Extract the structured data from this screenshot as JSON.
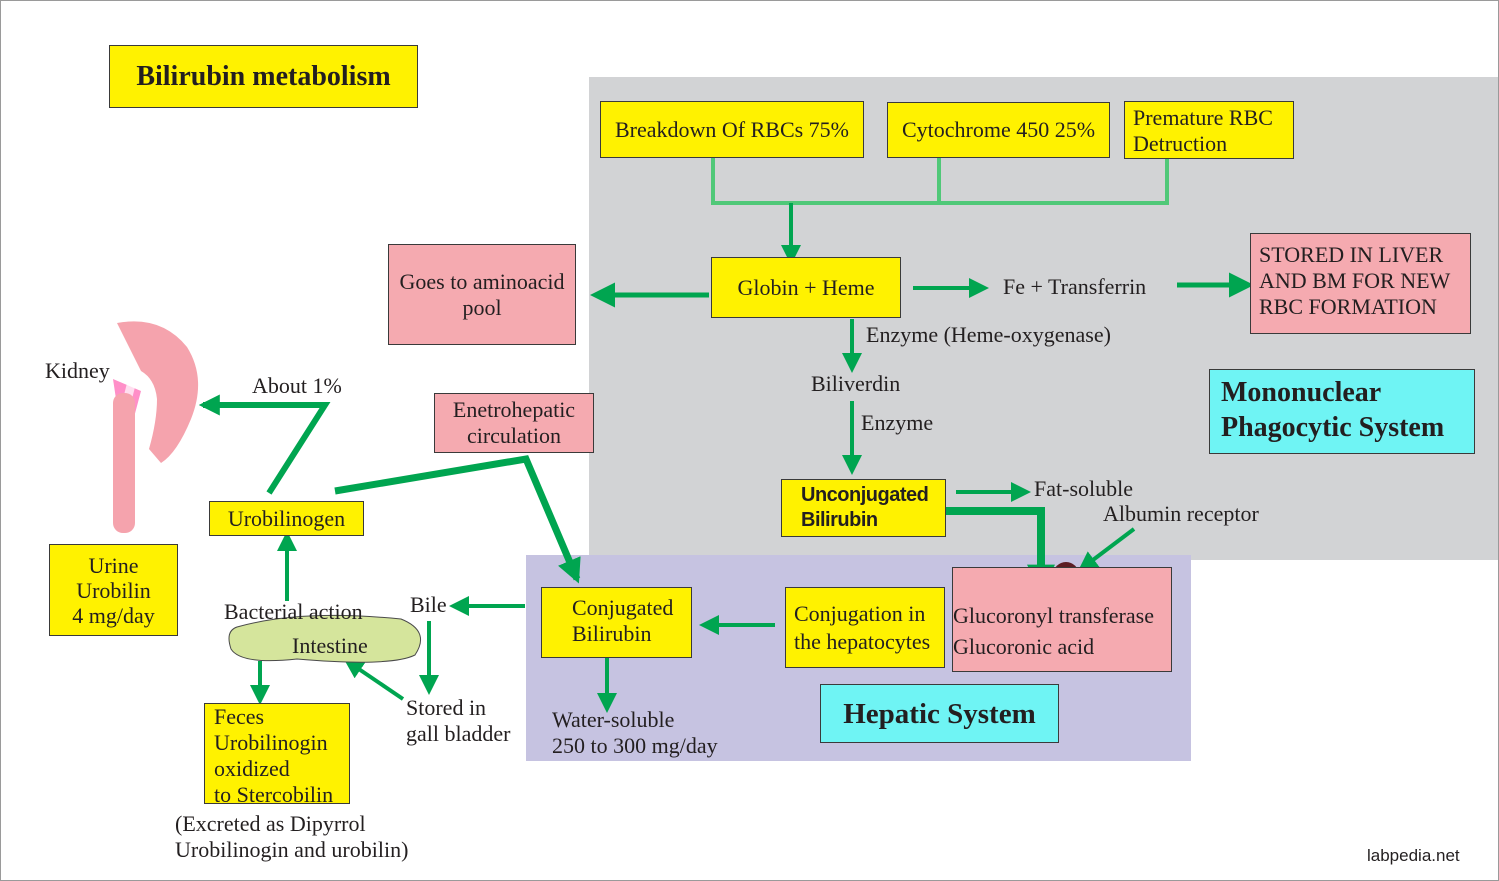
{
  "title": "Bilirubin metabolism",
  "colors": {
    "box_yellow": "#fff200",
    "box_pink": "#f5aab0",
    "box_cyan": "#6ff4f4",
    "arrow_green": "#00a550",
    "mps_region": "#d2d3d5",
    "hepatic_region": "#c6c3e1"
  },
  "regions": {
    "mps": "Mononuclear\nPhagocytic System",
    "hepatic": "Hepatic System"
  },
  "sources": {
    "rbc_breakdown": "Breakdown Of RBCs 75%",
    "cytochrome": "Cytochrome 450 25%",
    "premature": "Premature RBC\nDetruction"
  },
  "globin_heme": "Globin + Heme",
  "aminoacid_pool": "Goes to aminoacid\npool",
  "fe_transferrin": "Fe + Transferrin",
  "stored_liver": "STORED IN LIVER\nAND BM FOR NEW\nRBC FORMATION",
  "enzyme_heme_oxygenase": "Enzyme (Heme-oxygenase)",
  "biliverdin": "Biliverdin",
  "enzyme": "Enzyme",
  "unconjugated": "Unconjugated\nBilirubin",
  "fat_soluble": "Fat-soluble",
  "albumin_receptor": "Albumin receptor",
  "glucoronyl": "Glucoronyl transferase\nGlucoronic acid",
  "conjugation": "Conjugation in\nthe hepatocytes",
  "conjugated": "Conjugated\nBilirubin",
  "water_soluble": "Water-soluble\n250 to 300 mg/day",
  "bile": "Bile",
  "stored_gall": "Stored in\ngall bladder",
  "intestine": "Intestine",
  "bacterial_action": "Bacterial action",
  "urobilinogen": "Urobilinogen",
  "enterohepatic": "Enetrohepatic\ncirculation",
  "about_1": "About 1%",
  "kidney": "Kidney",
  "urine": "Urine\nUrobilin\n4 mg/day",
  "feces": "Feces\nUrobilinogin\noxidized\nto Stercobilin",
  "excreted": "(Excreted as Dipyrrol\nUrobilinogin and urobilin)",
  "watermark": "labpedia.net"
}
